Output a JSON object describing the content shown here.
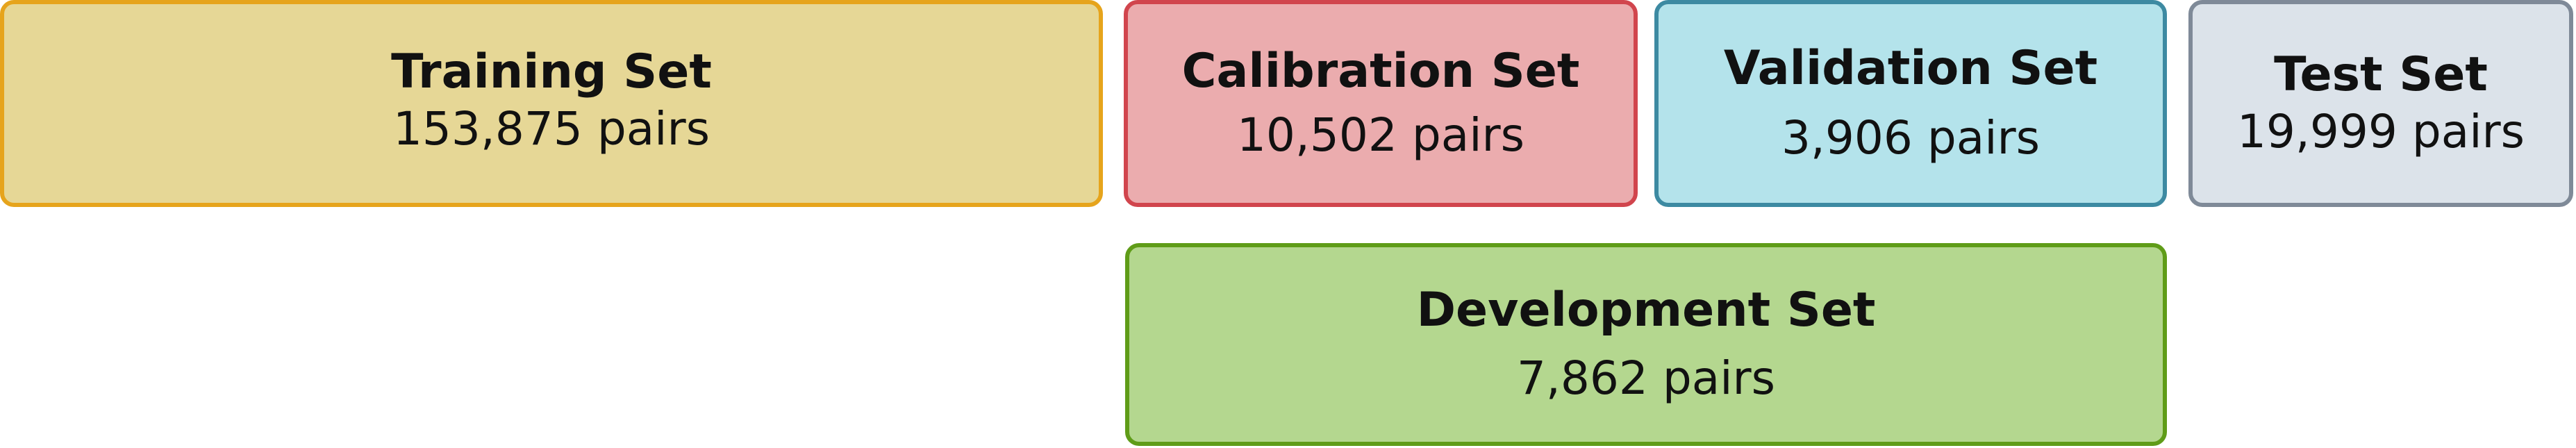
{
  "diagram": {
    "boxes": [
      {
        "id": "training",
        "title": "Training Set",
        "subtitle": "153,875 pairs",
        "fill": "#e6d796",
        "border": "#e6a41c"
      },
      {
        "id": "calibration",
        "title": "Calibration Set",
        "subtitle": "10,502 pairs",
        "fill": "#ebacae",
        "border": "#d1454d"
      },
      {
        "id": "validation",
        "title": "Validation Set",
        "subtitle": "3,906 pairs",
        "fill": "#b4e3eb",
        "border": "#3d8aa2"
      },
      {
        "id": "test",
        "title": "Test Set",
        "subtitle": "19,999 pairs",
        "fill": "#dce3ea",
        "border": "#7f8a98"
      },
      {
        "id": "development",
        "title": "Development Set",
        "subtitle": "7,862 pairs",
        "fill": "#b4d78f",
        "border": "#5f9c18"
      }
    ]
  }
}
